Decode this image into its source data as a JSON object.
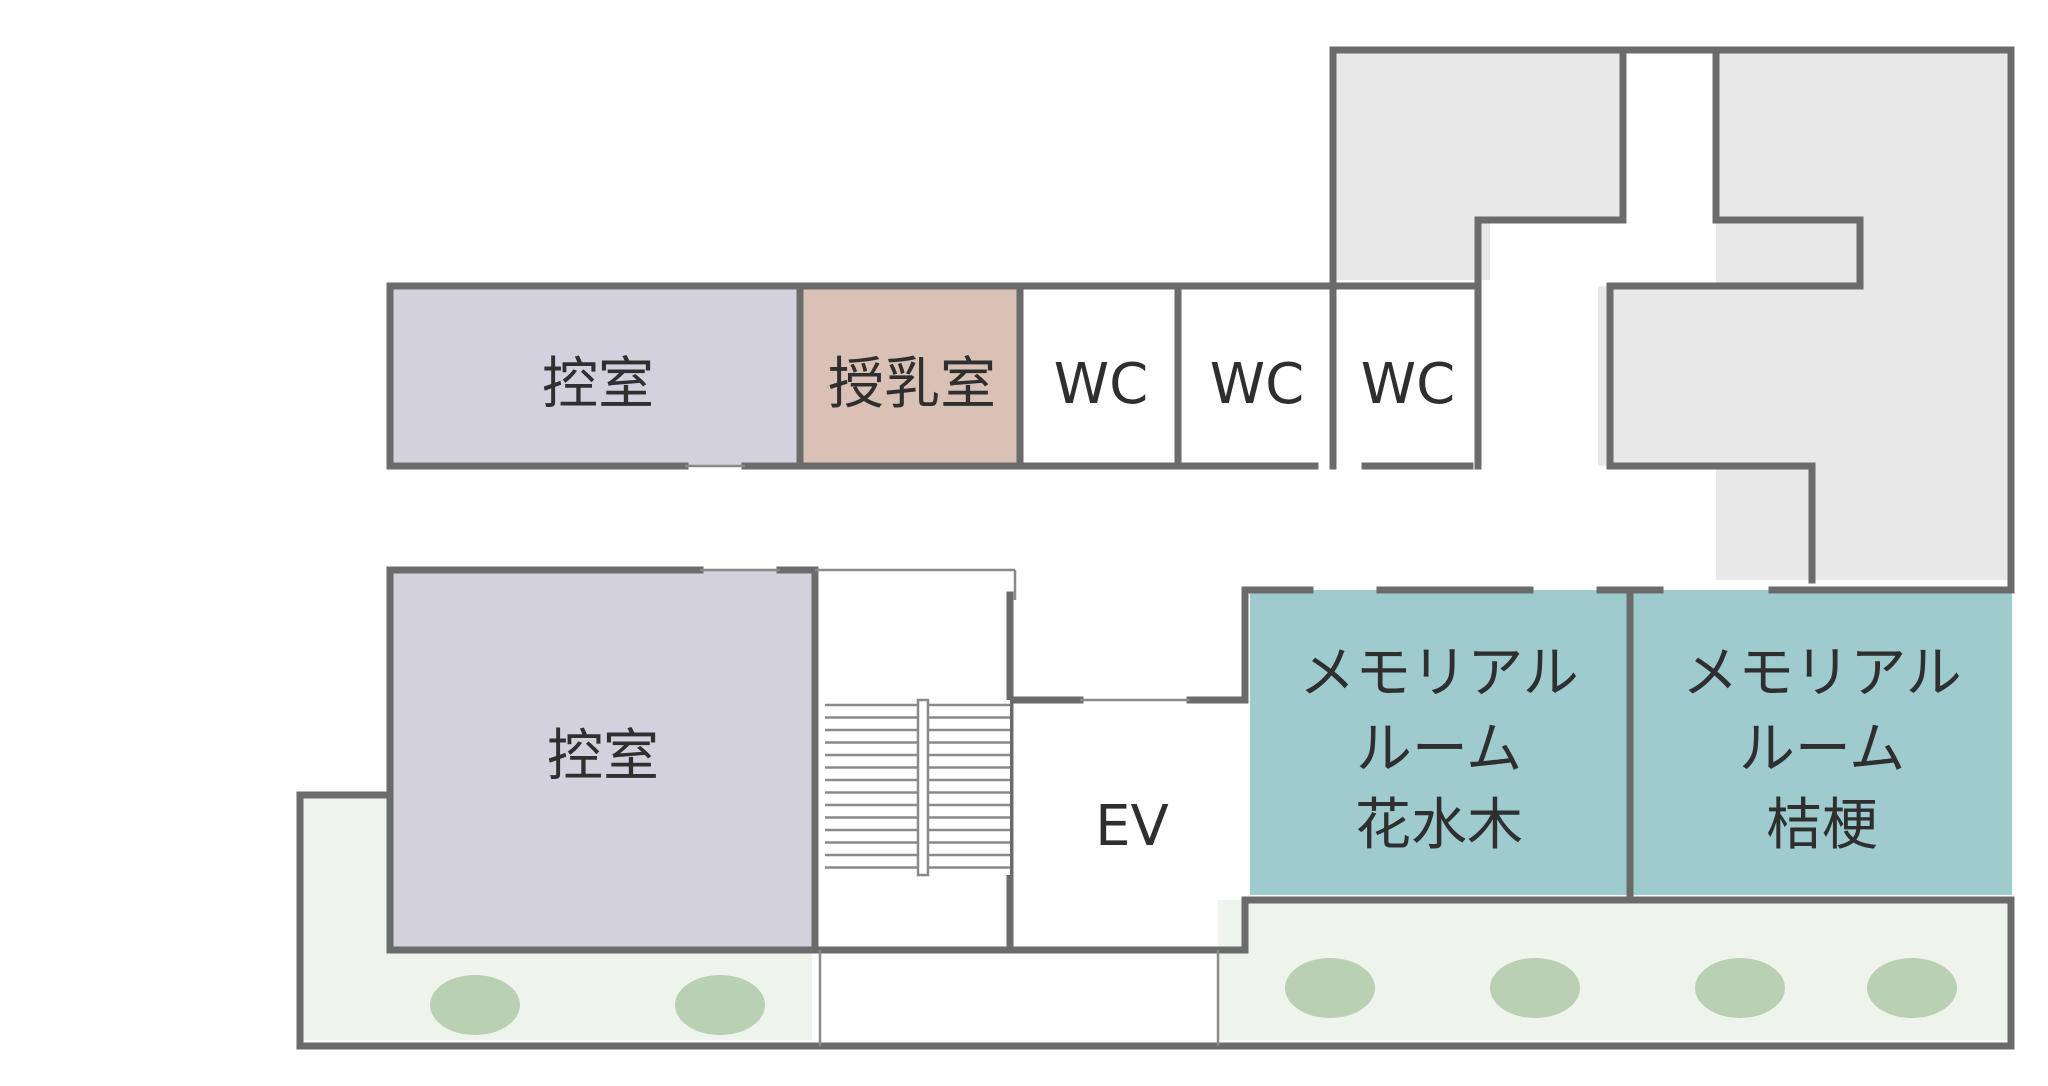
{
  "colors": {
    "wall": "#6b6b6b",
    "waiting_room": "#d3d1dd",
    "nursing_room": "#d9c1b5",
    "memorial_room": "#9ecbce",
    "service_area": "#e8e8e8",
    "garden": "#eef3ec",
    "shrub": "#b9d0b3"
  },
  "rooms": {
    "waiting_room_upper": "控室",
    "nursing_room": "授乳室",
    "wc_1": "WC",
    "wc_2": "WC",
    "wc_3": "WC",
    "waiting_room_lower": "控室",
    "elevator": "EV",
    "memorial_room_1": [
      "メモリアル",
      "ルーム",
      "花水木"
    ],
    "memorial_room_2": [
      "メモリアル",
      "ルーム",
      "桔梗"
    ]
  },
  "icons": {
    "stairs": "stairs-icon",
    "shrub": "shrub-icon"
  }
}
